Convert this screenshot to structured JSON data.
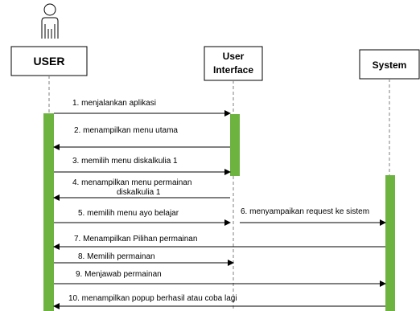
{
  "participants": {
    "user": "USER",
    "ui_line1": "User",
    "ui_line2": "Interface",
    "system": "System"
  },
  "messages": [
    {
      "text": "1. menjalankan aplikasi",
      "from": "user",
      "to": "ui"
    },
    {
      "text": "2. menampilkan menu utama",
      "from": "ui",
      "to": "user"
    },
    {
      "text": "3. memilih menu diskalkulia 1",
      "from": "user",
      "to": "ui"
    },
    {
      "text": "4. menampilkan menu permainan",
      "text2": "diskalkulia 1",
      "from": "ui",
      "to": "user"
    },
    {
      "text": "5. memilih menu ayo belajar",
      "from": "user",
      "to": "ui"
    },
    {
      "text": "6. menyampaikan request ke sistem",
      "from": "ui",
      "to": "system"
    },
    {
      "text": "7. Menampilkan Pilihan permainan",
      "from": "system",
      "to": "user"
    },
    {
      "text": "8. Memilih permainan",
      "from": "user",
      "to": "ui"
    },
    {
      "text": "9. Menjawab permainan",
      "from": "user",
      "to": "system"
    },
    {
      "text": "10. menampilkan popup berhasil atau coba lagi",
      "from": "system",
      "to": "user"
    }
  ]
}
